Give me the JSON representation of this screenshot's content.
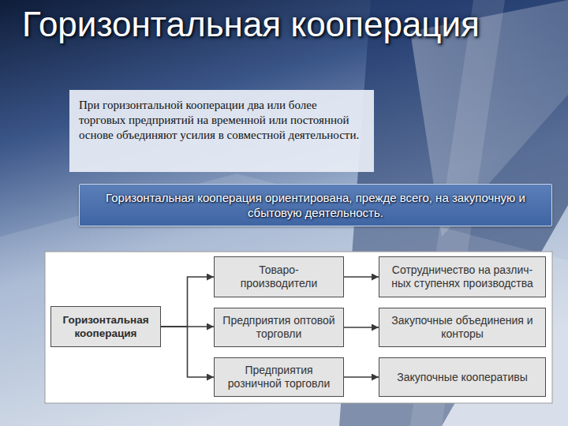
{
  "diagram": {
    "title": "Горизонтальная кооперация",
    "nodes": [
      {
        "text": [
          "Горизонтальная кооперация ориентирована, прежде всего, на закупочную и сбытовую деятельность."
        ]
      },
      {
        "text": [
          "Горизонтальная кооперация"
        ]
      },
      {
        "text": [
          "Товаро- производители"
        ]
      },
      {
        "text": [
          "Сотрудничество на различ- ных ступенях производства"
        ]
      },
      {
        "text": [
          "Предприятия оптовой торговли"
        ]
      },
      {
        "text": [
          "Закупочные объединения и конторы"
        ]
      },
      {
        "text": [
          "Предприятия розничной торговли"
        ]
      },
      {
        "text": [
          "Закупочные кооперативы"
        ]
      }
    ],
    "edges": [
      {
        "from": 1,
        "to": 2,
        "arrow": "to"
      },
      {
        "from": 1,
        "to": 4,
        "arrow": "to"
      },
      {
        "from": 1,
        "to": 6,
        "arrow": "to"
      },
      {
        "from": 2,
        "to": 3,
        "arrow": "to"
      },
      {
        "from": 4,
        "to": 5,
        "arrow": "to"
      },
      {
        "from": 6,
        "to": 7,
        "arrow": "to"
      }
    ],
    "labels": [
      "При горизонтальной кооперации два или более торговых предприятий на временной или постоянной основе объединяют усилия в совместной деятельности."
    ]
  }
}
